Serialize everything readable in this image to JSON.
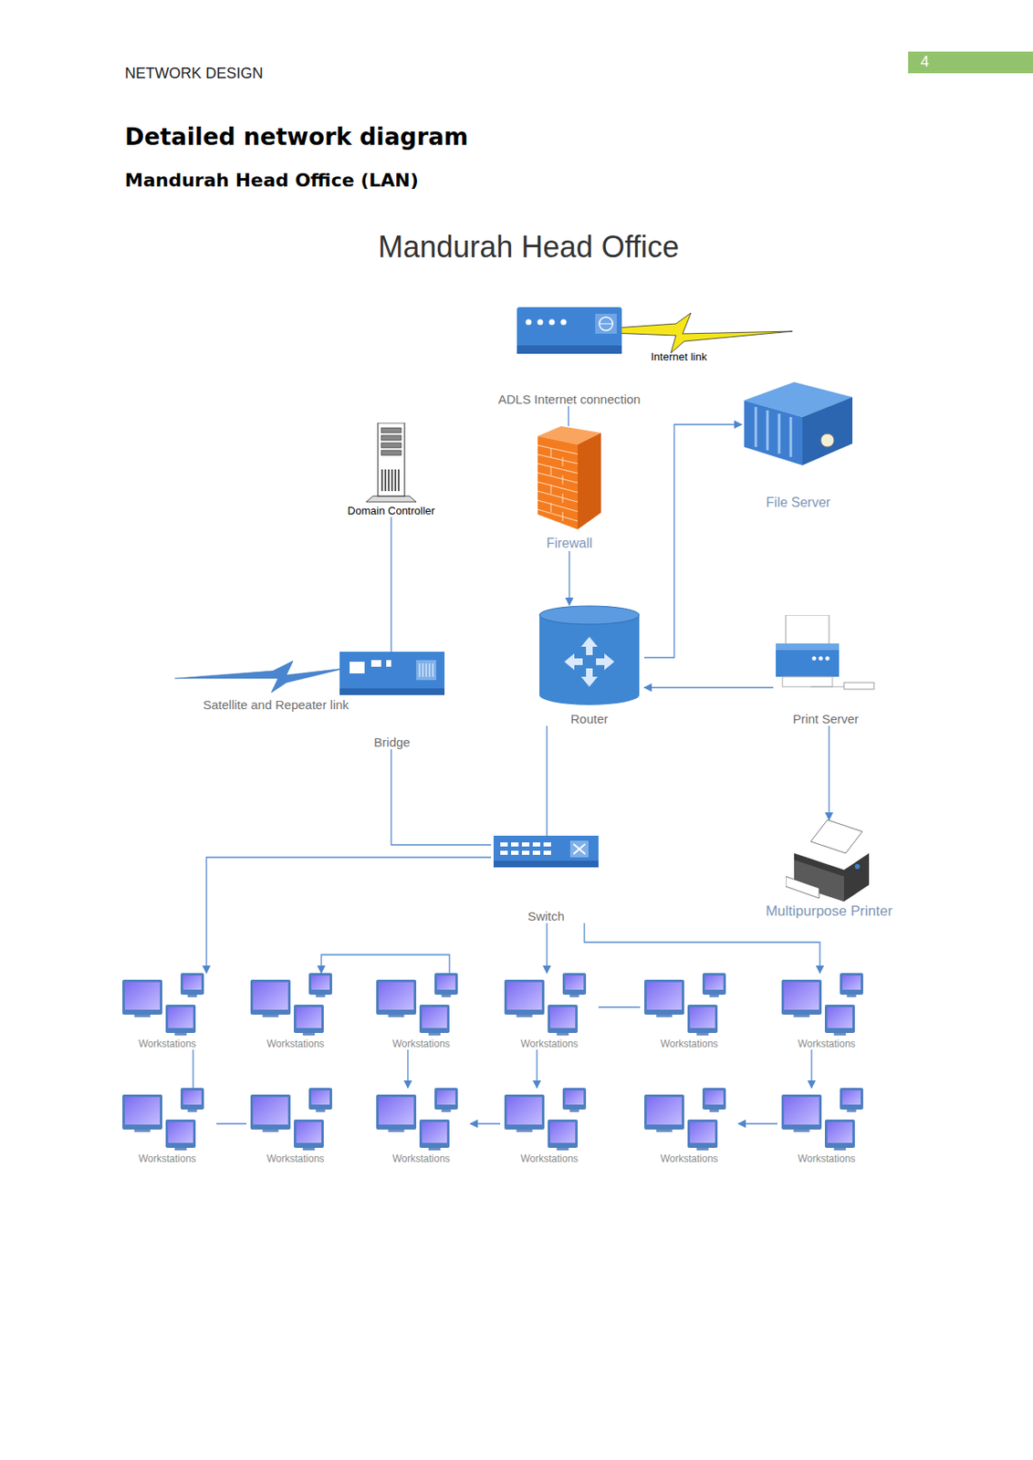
{
  "diagram": {
    "title": "Mandurah Head Office",
    "nodes": [
      {
        "text": [
          "ADLS Internet connection"
        ]
      },
      {
        "text": [
          "Domain Controller"
        ]
      },
      {
        "text": [
          "Firewall"
        ]
      },
      {
        "text": [
          "File Server"
        ]
      },
      {
        "text": [
          "Router"
        ]
      },
      {
        "text": [
          "Print Server"
        ]
      },
      {
        "text": [
          "Bridge"
        ]
      },
      {
        "text": [
          "Switch"
        ]
      },
      {
        "text": [
          "Multipurpose Printer"
        ]
      },
      {
        "text": [
          "Workstations"
        ]
      },
      {
        "text": [
          "Workstations"
        ]
      },
      {
        "text": [
          "Workstations"
        ]
      },
      {
        "text": [
          "Workstations"
        ]
      },
      {
        "text": [
          "Workstations"
        ]
      },
      {
        "text": [
          "Workstations"
        ]
      },
      {
        "text": [
          "Workstations"
        ]
      },
      {
        "text": [
          "Workstations"
        ]
      },
      {
        "text": [
          "Workstations"
        ]
      },
      {
        "text": [
          "Workstations"
        ]
      },
      {
        "text": [
          "Workstations"
        ]
      },
      {
        "text": [
          "Workstations"
        ]
      }
    ],
    "edges": [
      {
        "from": 0,
        "to": 2,
        "arrow": "none"
      },
      {
        "from": 2,
        "to": 4,
        "arrow": "to"
      },
      {
        "from": 4,
        "to": 3,
        "arrow": "to"
      },
      {
        "from": 5,
        "to": 4,
        "arrow": "to"
      },
      {
        "from": 5,
        "to": 8,
        "arrow": "to"
      },
      {
        "from": 4,
        "to": 7,
        "arrow": "none"
      },
      {
        "from": 1,
        "to": 6,
        "arrow": "none"
      },
      {
        "from": 6,
        "to": 7,
        "arrow": "none"
      },
      {
        "from": 7,
        "to": 9,
        "arrow": "to"
      },
      {
        "from": 7,
        "to": 12,
        "arrow": "to"
      },
      {
        "from": 7,
        "to": 14,
        "arrow": "to"
      },
      {
        "from": 11,
        "to": 10,
        "arrow": "to"
      },
      {
        "from": 9,
        "to": 15,
        "arrow": "none"
      },
      {
        "from": 15,
        "to": 16,
        "arrow": "none"
      },
      {
        "from": 11,
        "to": 17,
        "arrow": "to"
      },
      {
        "from": 12,
        "to": 18,
        "arrow": "to"
      },
      {
        "from": 18,
        "to": 17,
        "arrow": "to"
      },
      {
        "from": 12,
        "to": 13,
        "arrow": "none"
      },
      {
        "from": 14,
        "to": 20,
        "arrow": "to"
      },
      {
        "from": 20,
        "to": 19,
        "arrow": "to"
      }
    ],
    "labels": [
      "NETWORK DESIGN",
      "4",
      "Detailed network diagram",
      "Mandurah Head Office (LAN)",
      "Internet link",
      "Satellite and Repeater link"
    ]
  }
}
